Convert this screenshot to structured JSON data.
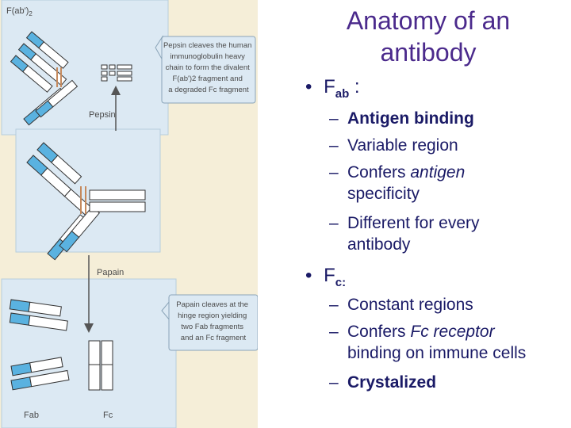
{
  "title_line1": "Anatomy of an",
  "title_line2": "antibody",
  "figure": {
    "top_label": "F(ab')",
    "top_label_sub": "2",
    "pepsin_note": [
      "Pepsin cleaves the human",
      "immunoglobulin heavy",
      "chain to form the divalent",
      "F(ab')2 fragment and",
      "a degraded Fc fragment"
    ],
    "pepsin_label": "Pepsin",
    "papain_label": "Papain",
    "papain_note": [
      "Papain cleaves at the",
      "hinge region yielding",
      "two Fab fragments",
      "and an Fc fragment"
    ],
    "fab_label": "Fab",
    "fc_label": "Fc"
  },
  "fab": {
    "bullet": "•",
    "label": "F",
    "sub": "ab",
    "colon": " :",
    "items": [
      {
        "dash": "–",
        "text": "Antigen binding"
      },
      {
        "dash": "–",
        "text": "Variable region"
      },
      {
        "dash": "–",
        "text_a": "Confers ",
        "text_b": "antigen",
        "text_c": "specificity"
      },
      {
        "dash": "–",
        "text_a": "Different for every",
        "text_c": "antibody"
      }
    ]
  },
  "fc": {
    "bullet": "•",
    "label": "F",
    "sub": "c",
    "colon": ":",
    "items": [
      {
        "dash": "–",
        "text": "Constant regions"
      },
      {
        "dash": "–",
        "text_a": "Confers ",
        "text_b": "Fc receptor",
        "text_c": "binding on immune cells"
      },
      {
        "dash": "–",
        "text": "Crystalized"
      }
    ]
  },
  "colors": {
    "title": "#4b2a8c",
    "text": "#1a1a66",
    "panel": "#dce9f3",
    "domain_blue": "#5ab2e0",
    "background": "#f5eed8"
  }
}
